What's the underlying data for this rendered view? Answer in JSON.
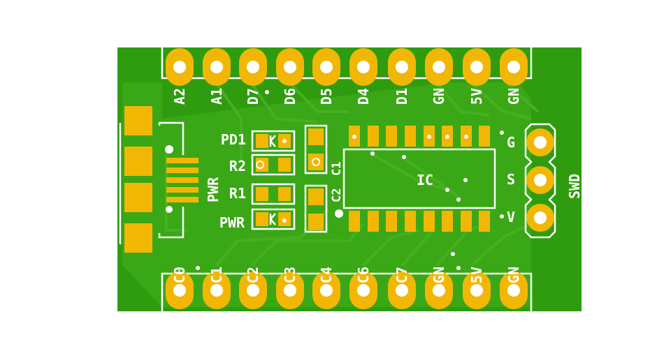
{
  "colors": {
    "board": "#2e9c0e",
    "copper_pour": "#3aa716",
    "trace": "#45b022",
    "pad": "#f2b705",
    "silk": "#ffffff",
    "background": "#ffffff"
  },
  "top_pins": [
    "A2",
    "A1",
    "D7",
    "D6",
    "D5",
    "D4",
    "D1",
    "GN",
    "5V",
    "GN"
  ],
  "bottom_pins": [
    "C0",
    "C1",
    "C2",
    "C3",
    "C4",
    "C6",
    "C7",
    "GN",
    "5V",
    "GN"
  ],
  "components": {
    "pd1": "PD1",
    "r2": "R2",
    "r1": "R1",
    "pwr_led": "PWR",
    "pwr_usb": "PWR",
    "c1": "C1",
    "c2": "C2",
    "ic": "IC"
  },
  "swd": {
    "label": "SWD",
    "pins": [
      "G",
      "S",
      "V"
    ]
  }
}
